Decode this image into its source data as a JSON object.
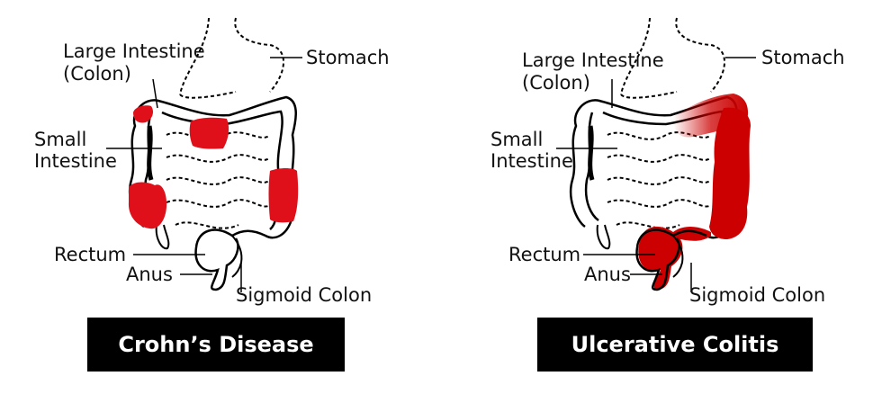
{
  "panels": [
    {
      "id": "crohns",
      "title": "Crohn’s Disease",
      "labels": {
        "large_intestine": "Large Intestine",
        "colon": "(Colon)",
        "stomach": "Stomach",
        "small": "Small",
        "intestine": "Intestine",
        "rectum": "Rectum",
        "anus": "Anus",
        "sigmoid_colon": "Sigmoid Colon"
      }
    },
    {
      "id": "uc",
      "title": "Ulcerative Colitis",
      "labels": {
        "large_intestine": "Large Intestine",
        "colon": "(Colon)",
        "stomach": "Stomach",
        "small": "Small",
        "intestine": "Intestine",
        "rectum": "Rectum",
        "anus": "Anus",
        "sigmoid_colon": "Sigmoid Colon"
      }
    }
  ],
  "colors": {
    "inflammation": "#e0101a",
    "uc_inflammation": "#cc0000",
    "banner": "#000000"
  }
}
